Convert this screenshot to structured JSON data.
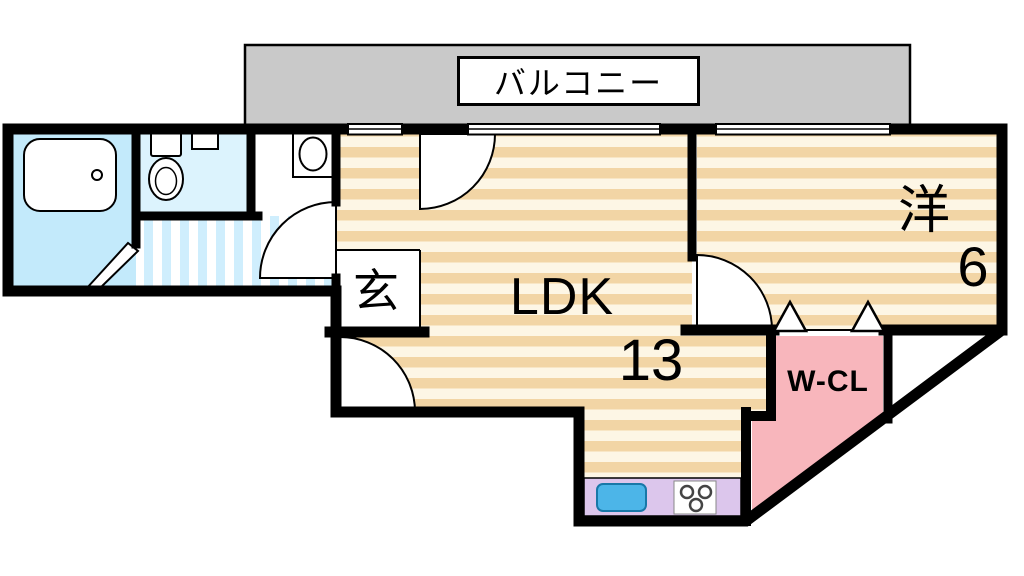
{
  "floorplan": {
    "balcony": {
      "label": "バルコニー"
    },
    "rooms": {
      "genkan": {
        "label": "玄"
      },
      "ldk": {
        "label": "LDK",
        "size_tatami": "13"
      },
      "western_room": {
        "label": "洋",
        "size_tatami": "6"
      },
      "walk_in_closet": {
        "label": "W-CL"
      }
    },
    "colors": {
      "balcony_gray": "#c9c9c9",
      "wood_dark": "#f2d5a5",
      "wood_light": "#fdf6e5",
      "water_blue": "#c3eafb",
      "toilet_blue": "#dcf3fd",
      "tile_stripe": "#cfeefd",
      "closet_pink": "#f8b6bc",
      "counter_lavender": "#dcc6ec",
      "sink_blue": "#4cb5e8",
      "wall_black": "#000000"
    }
  }
}
